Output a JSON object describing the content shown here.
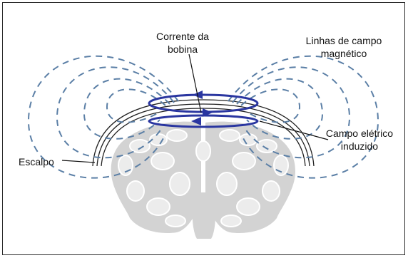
{
  "labels": {
    "coil_current_line1": "Corrente da",
    "coil_current_line2": "bobina",
    "field_lines_line1": "Linhas de campo",
    "field_lines_line2": "magnético",
    "induced_field_line1": "Campo elétrico",
    "induced_field_line2": "induzido",
    "scalp": "Escalpo"
  },
  "colors": {
    "field_lines": "#5b7fa6",
    "coil": "#2a36a0",
    "brain": "#d3d3d3",
    "brain_gyri": "#ececec",
    "scalp": "#222222",
    "leader": "#111111"
  }
}
